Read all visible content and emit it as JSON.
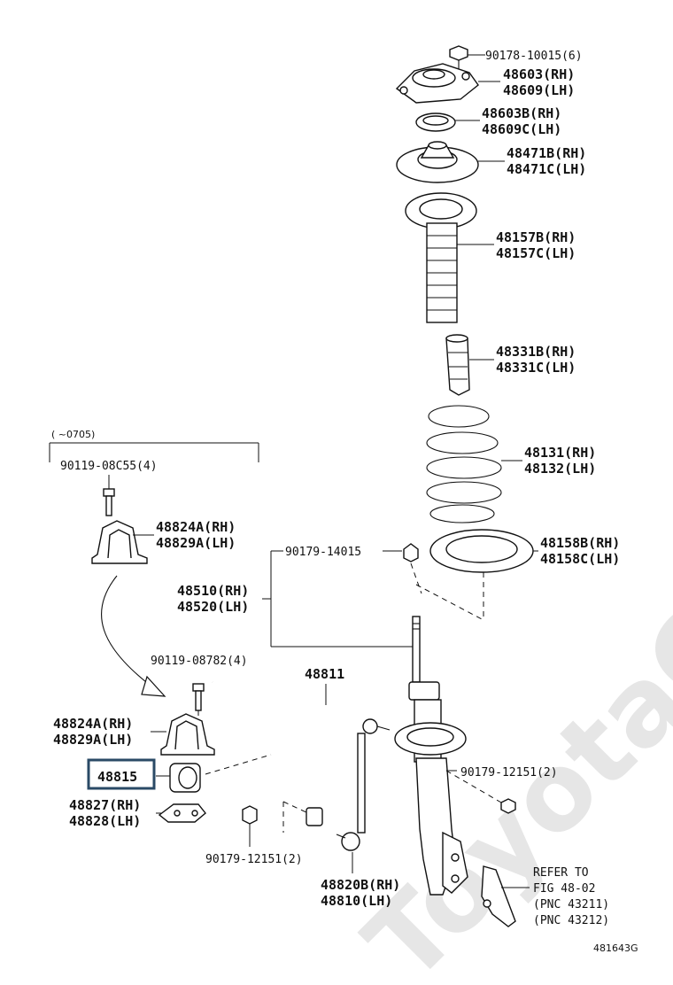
{
  "watermark": "ToyotaCarMine.ru",
  "drawing_id": "481643G",
  "date_range_note": "(      ~0705)",
  "highlighted_part": "48815",
  "labels": {
    "p90178": "90178-10015(6)",
    "p48603": "48603(RH)",
    "p48609": "48609(LH)",
    "p48603b": "48603B(RH)",
    "p48609c": "48609C(LH)",
    "p48471b": "48471B(RH)",
    "p48471c": "48471C(LH)",
    "p48157b": "48157B(RH)",
    "p48157c": "48157C(LH)",
    "p48331b": "48331B(RH)",
    "p48331c": "48331C(LH)",
    "p48131": "48131(RH)",
    "p48132": "48132(LH)",
    "p48158b": "48158B(RH)",
    "p48158c": "48158C(LH)",
    "p90179_14015": "90179-14015",
    "p48510": "48510(RH)",
    "p48520": "48520(LH)",
    "p90119_08c55": "90119-08C55(4)",
    "p48824a_top": "48824A(RH)",
    "p48829a_top": "48829A(LH)",
    "p90119_08782": "90119-08782(4)",
    "p48811": "48811",
    "p48824a_bot": "48824A(RH)",
    "p48829a_bot": "48829A(LH)",
    "p48827": "48827(RH)",
    "p48828": "48828(LH)",
    "p90179_12151_r": "90179-12151(2)",
    "p90179_12151_l": "90179-12151(2)",
    "p48820b": "48820B(RH)",
    "p48810": "48810(LH)",
    "refer_1": "REFER TO",
    "refer_2": "FIG 48-02",
    "refer_3": "(PNC 43211)",
    "refer_4": "(PNC 43212)"
  }
}
